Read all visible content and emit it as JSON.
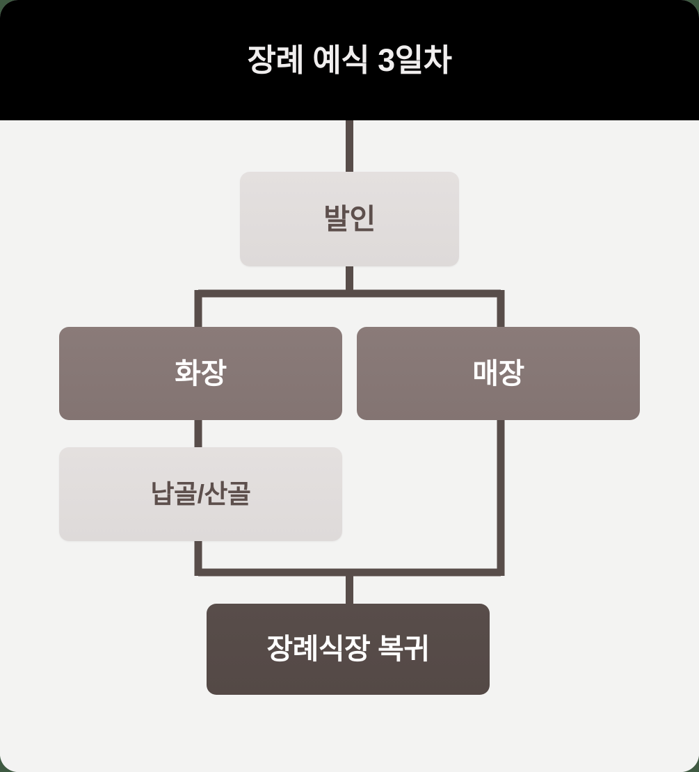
{
  "header": {
    "title": "장례 예식 3일차",
    "background_color": "#000000",
    "text_color": "#f0eeee"
  },
  "canvas": {
    "background_color": "#f3f3f2",
    "connector_color": "#584d4a"
  },
  "diagram": {
    "type": "flowchart",
    "orientation": "top-down",
    "nodes": [
      {
        "id": "balin",
        "label": "발인",
        "style": "light",
        "fill_color": "#e1dddc",
        "text_color": "#5d4f4c"
      },
      {
        "id": "hwajang",
        "label": "화장",
        "style": "mid",
        "fill_color": "#877876",
        "text_color": "#ffffff"
      },
      {
        "id": "maejang",
        "label": "매장",
        "style": "mid",
        "fill_color": "#877876",
        "text_color": "#ffffff"
      },
      {
        "id": "napgol",
        "label": "납골/산골",
        "style": "light",
        "fill_color": "#e1dddc",
        "text_color": "#5d4f4c"
      },
      {
        "id": "return",
        "label": "장례식장 복귀",
        "style": "dark",
        "fill_color": "#564b48",
        "text_color": "#ffffff"
      }
    ],
    "edges": [
      {
        "from": "header",
        "to": "balin"
      },
      {
        "from": "balin",
        "to": "hwajang"
      },
      {
        "from": "balin",
        "to": "maejang"
      },
      {
        "from": "hwajang",
        "to": "napgol"
      },
      {
        "from": "napgol",
        "to": "return"
      },
      {
        "from": "maejang",
        "to": "return"
      }
    ]
  }
}
